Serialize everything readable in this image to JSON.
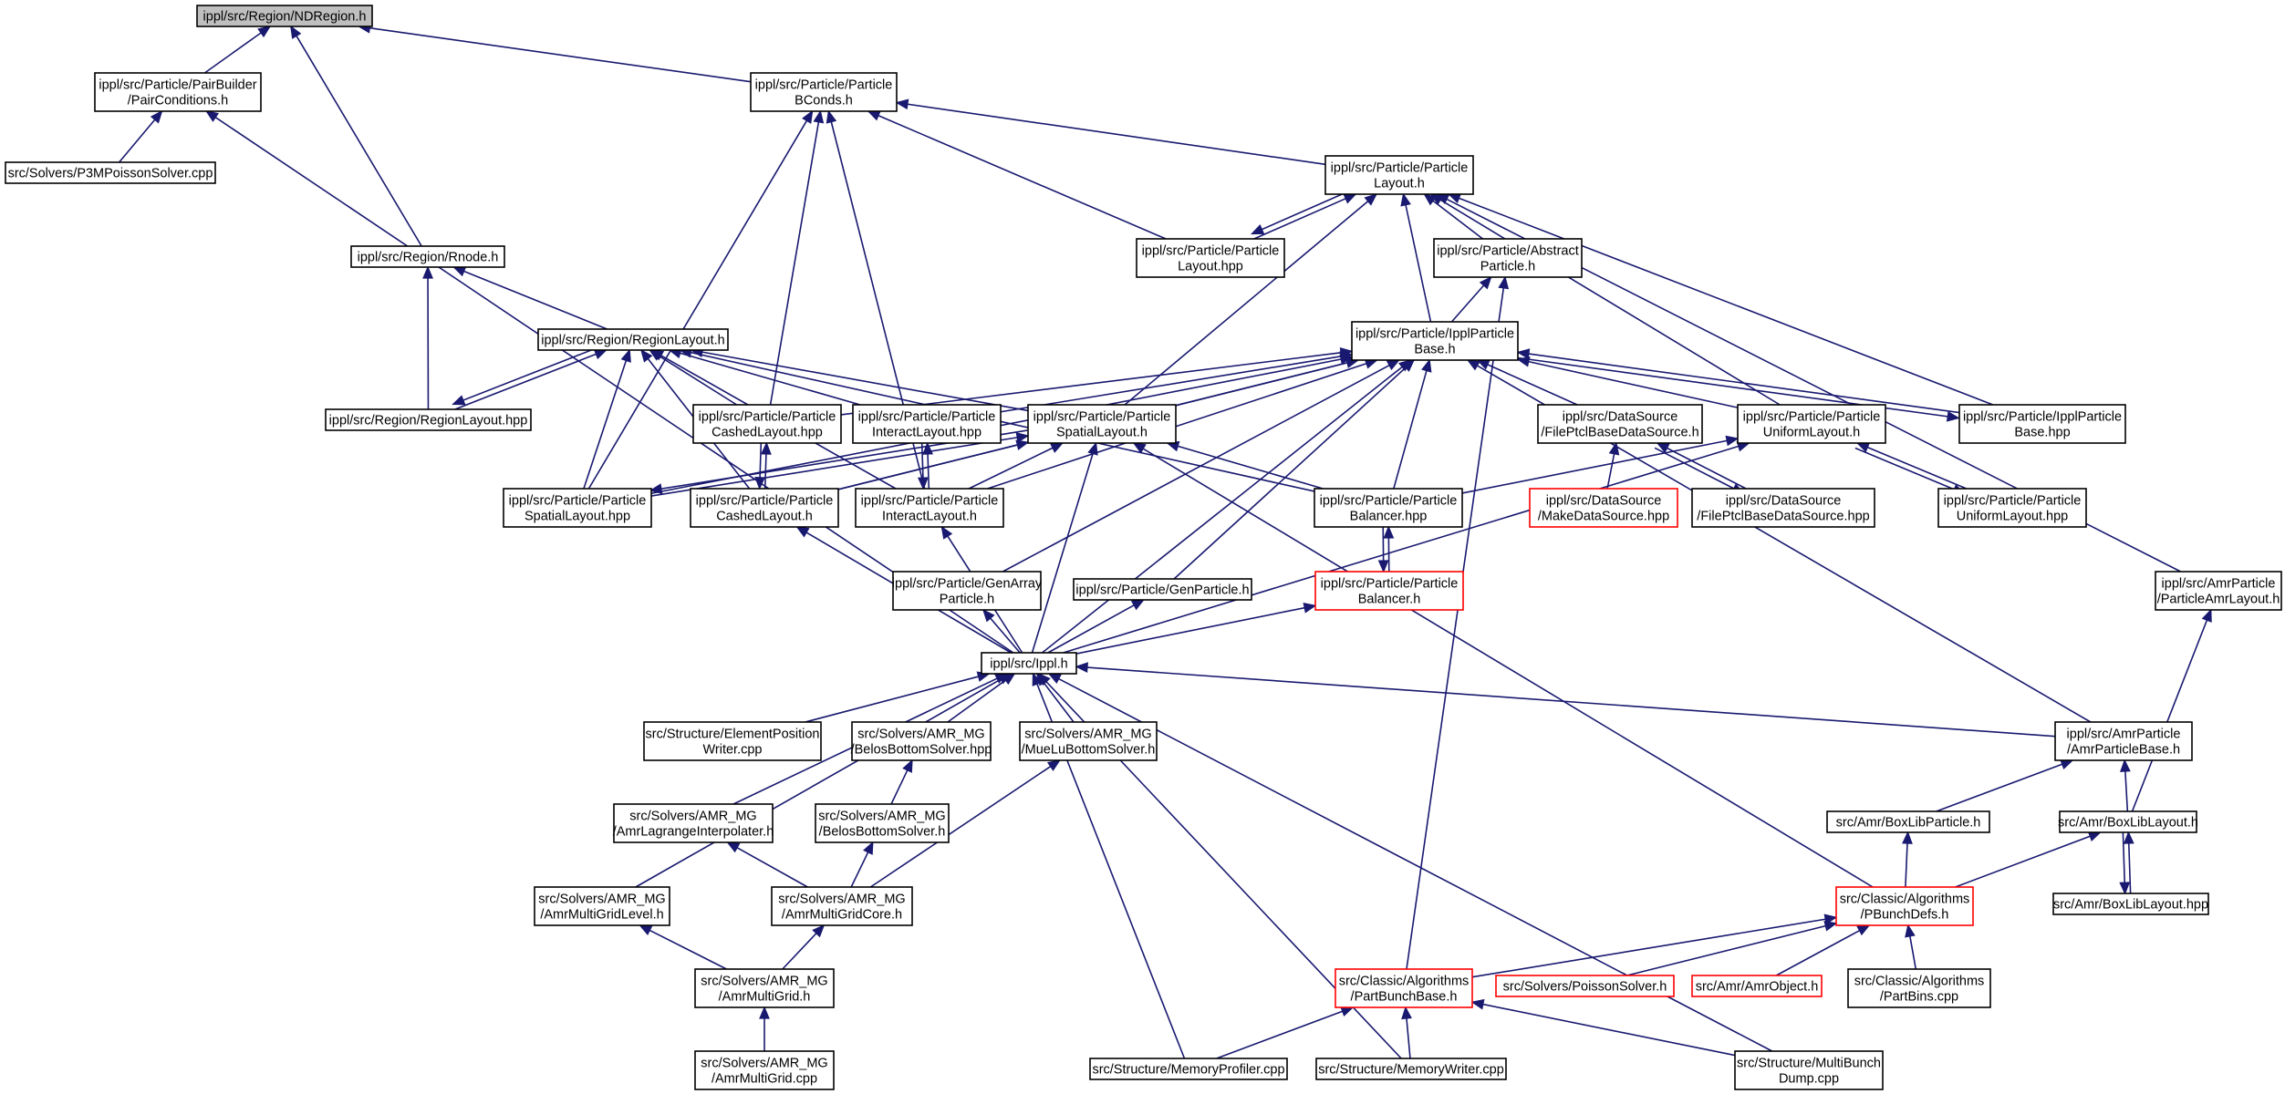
{
  "graph": {
    "nodes": [
      {
        "id": "ndregion",
        "lines": [
          "ippl/src/Region/NDRegion.h"
        ],
        "style": "root"
      },
      {
        "id": "pairconditions",
        "lines": [
          "ippl/src/Particle/PairBuilder",
          "/PairConditions.h"
        ]
      },
      {
        "id": "p3m",
        "lines": [
          "src/Solvers/P3MPoissonSolver.cpp"
        ]
      },
      {
        "id": "bconds",
        "lines": [
          "ippl/src/Particle/Particle",
          "BConds.h"
        ]
      },
      {
        "id": "playout_h",
        "lines": [
          "ippl/src/Particle/Particle",
          "Layout.h"
        ]
      },
      {
        "id": "playout_hpp",
        "lines": [
          "ippl/src/Particle/Particle",
          "Layout.hpp"
        ]
      },
      {
        "id": "abstract",
        "lines": [
          "ippl/src/Particle/Abstract",
          "Particle.h"
        ]
      },
      {
        "id": "rnode",
        "lines": [
          "ippl/src/Region/Rnode.h"
        ]
      },
      {
        "id": "regionlayout_h",
        "lines": [
          "ippl/src/Region/RegionLayout.h"
        ]
      },
      {
        "id": "regionlayout_hpp",
        "lines": [
          "ippl/src/Region/RegionLayout.hpp"
        ]
      },
      {
        "id": "ipplbase_h",
        "lines": [
          "ippl/src/Particle/IpplParticle",
          "Base.h"
        ]
      },
      {
        "id": "cached_hpp",
        "lines": [
          "ippl/src/Particle/Particle",
          "CashedLayout.hpp"
        ]
      },
      {
        "id": "interact_hpp",
        "lines": [
          "ippl/src/Particle/Particle",
          "InteractLayout.hpp"
        ]
      },
      {
        "id": "spatial_h",
        "lines": [
          "ippl/src/Particle/Particle",
          "SpatialLayout.h"
        ]
      },
      {
        "id": "fileptcl_h",
        "lines": [
          "ippl/src/DataSource",
          "/FilePtclBaseDataSource.h"
        ]
      },
      {
        "id": "uniform_h",
        "lines": [
          "ippl/src/Particle/Particle",
          "UniformLayout.h"
        ]
      },
      {
        "id": "ipplbase_hpp",
        "lines": [
          "ippl/src/Particle/IpplParticle",
          "Base.hpp"
        ]
      },
      {
        "id": "spatial_hpp",
        "lines": [
          "ippl/src/Particle/Particle",
          "SpatialLayout.hpp"
        ]
      },
      {
        "id": "cached_h",
        "lines": [
          "ippl/src/Particle/Particle",
          "CashedLayout.h"
        ]
      },
      {
        "id": "interact_h",
        "lines": [
          "ippl/src/Particle/Particle",
          "InteractLayout.h"
        ]
      },
      {
        "id": "balancer_hpp",
        "lines": [
          "ippl/src/Particle/Particle",
          "Balancer.hpp"
        ]
      },
      {
        "id": "makedatasource",
        "lines": [
          "ippl/src/DataSource",
          "/MakeDataSource.hpp"
        ],
        "style": "red"
      },
      {
        "id": "fileptcl_hpp",
        "lines": [
          "ippl/src/DataSource",
          "/FilePtclBaseDataSource.hpp"
        ]
      },
      {
        "id": "uniform_hpp",
        "lines": [
          "ippl/src/Particle/Particle",
          "UniformLayout.hpp"
        ]
      },
      {
        "id": "genarray",
        "lines": [
          "ippl/src/Particle/GenArray",
          "Particle.h"
        ]
      },
      {
        "id": "genparticle",
        "lines": [
          "ippl/src/Particle/GenParticle.h"
        ]
      },
      {
        "id": "balancer_h",
        "lines": [
          "ippl/src/Particle/Particle",
          "Balancer.h"
        ],
        "style": "red"
      },
      {
        "id": "amrlayout",
        "lines": [
          "ippl/src/AmrParticle",
          "/ParticleAmrLayout.h"
        ]
      },
      {
        "id": "ippl_h",
        "lines": [
          "ippl/src/Ippl.h"
        ]
      },
      {
        "id": "elempos",
        "lines": [
          "src/Structure/ElementPosition",
          "Writer.cpp"
        ]
      },
      {
        "id": "belos_hpp",
        "lines": [
          "src/Solvers/AMR_MG",
          "/BelosBottomSolver.hpp"
        ]
      },
      {
        "id": "muelu",
        "lines": [
          "src/Solvers/AMR_MG",
          "/MueLuBottomSolver.h"
        ]
      },
      {
        "id": "amrpbase",
        "lines": [
          "ippl/src/AmrParticle",
          "/AmrParticleBase.h"
        ]
      },
      {
        "id": "lagrange",
        "lines": [
          "src/Solvers/AMR_MG",
          "/AmrLagrangeInterpolater.h"
        ]
      },
      {
        "id": "belos_h",
        "lines": [
          "src/Solvers/AMR_MG",
          "/BelosBottomSolver.h"
        ]
      },
      {
        "id": "boxlibparticle",
        "lines": [
          "src/Amr/BoxLibParticle.h"
        ]
      },
      {
        "id": "boxliblayout_h",
        "lines": [
          "src/Amr/BoxLibLayout.h"
        ]
      },
      {
        "id": "mglevel",
        "lines": [
          "src/Solvers/AMR_MG",
          "/AmrMultiGridLevel.h"
        ]
      },
      {
        "id": "mgcore",
        "lines": [
          "src/Solvers/AMR_MG",
          "/AmrMultiGridCore.h"
        ]
      },
      {
        "id": "pbunchdefs",
        "lines": [
          "src/Classic/Algorithms",
          "/PBunchDefs.h"
        ],
        "style": "red"
      },
      {
        "id": "boxliblayout_hpp",
        "lines": [
          "src/Amr/BoxLibLayout.hpp"
        ]
      },
      {
        "id": "mg_h",
        "lines": [
          "src/Solvers/AMR_MG",
          "/AmrMultiGrid.h"
        ]
      },
      {
        "id": "partbunchbase",
        "lines": [
          "src/Classic/Algorithms",
          "/PartBunchBase.h"
        ],
        "style": "red"
      },
      {
        "id": "poisson",
        "lines": [
          "src/Solvers/PoissonSolver.h"
        ],
        "style": "red"
      },
      {
        "id": "amrobject",
        "lines": [
          "src/Amr/AmrObject.h"
        ],
        "style": "red"
      },
      {
        "id": "partbins",
        "lines": [
          "src/Classic/Algorithms",
          "/PartBins.cpp"
        ]
      },
      {
        "id": "mg_cpp",
        "lines": [
          "src/Solvers/AMR_MG",
          "/AmrMultiGrid.cpp"
        ]
      },
      {
        "id": "memprofiler",
        "lines": [
          "src/Structure/MemoryProfiler.cpp"
        ]
      },
      {
        "id": "memwriter",
        "lines": [
          "src/Structure/MemoryWriter.cpp"
        ]
      },
      {
        "id": "multibunch",
        "lines": [
          "src/Structure/MultiBunch",
          "Dump.cpp"
        ]
      }
    ],
    "edges": [
      [
        "pairconditions",
        "ndregion"
      ],
      [
        "bconds",
        "ndregion"
      ],
      [
        "rnode",
        "ndregion"
      ],
      [
        "p3m",
        "pairconditions"
      ],
      [
        "ippl_h",
        "pairconditions"
      ],
      [
        "playout_h",
        "bconds"
      ],
      [
        "spatial_hpp",
        "bconds"
      ],
      [
        "cached_hpp",
        "bconds"
      ],
      [
        "interact_h",
        "bconds"
      ],
      [
        "playout_hpp",
        "bconds"
      ],
      [
        "playout_hpp",
        "playout_h"
      ],
      [
        "playout_h",
        "playout_hpp"
      ],
      [
        "abstract",
        "playout_h"
      ],
      [
        "ipplbase_h",
        "playout_h"
      ],
      [
        "spatial_h",
        "playout_h"
      ],
      [
        "uniform_h",
        "playout_h"
      ],
      [
        "ipplbase_hpp",
        "playout_h"
      ],
      [
        "amrlayout",
        "playout_h"
      ],
      [
        "ipplbase_h",
        "abstract"
      ],
      [
        "partbunchbase",
        "abstract"
      ],
      [
        "regionlayout_h",
        "rnode"
      ],
      [
        "regionlayout_hpp",
        "rnode"
      ],
      [
        "regionlayout_hpp",
        "regionlayout_h"
      ],
      [
        "regionlayout_h",
        "regionlayout_hpp"
      ],
      [
        "cached_hpp",
        "regionlayout_h"
      ],
      [
        "interact_hpp",
        "regionlayout_h"
      ],
      [
        "spatial_h",
        "regionlayout_h"
      ],
      [
        "spatial_hpp",
        "regionlayout_h"
      ],
      [
        "cached_h",
        "regionlayout_h"
      ],
      [
        "interact_h",
        "regionlayout_h"
      ],
      [
        "balancer_hpp",
        "regionlayout_h"
      ],
      [
        "cached_hpp",
        "ipplbase_h"
      ],
      [
        "interact_hpp",
        "ipplbase_h"
      ],
      [
        "spatial_h",
        "ipplbase_h"
      ],
      [
        "fileptcl_h",
        "ipplbase_h"
      ],
      [
        "uniform_h",
        "ipplbase_h"
      ],
      [
        "ipplbase_hpp",
        "ipplbase_h"
      ],
      [
        "ipplbase_h",
        "ipplbase_hpp"
      ],
      [
        "spatial_hpp",
        "ipplbase_h"
      ],
      [
        "cached_h",
        "ipplbase_h"
      ],
      [
        "interact_h",
        "ipplbase_h"
      ],
      [
        "balancer_hpp",
        "ipplbase_h"
      ],
      [
        "genarray",
        "ipplbase_h"
      ],
      [
        "genparticle",
        "ipplbase_h"
      ],
      [
        "ippl_h",
        "ipplbase_h"
      ],
      [
        "amrpbase",
        "ipplbase_h"
      ],
      [
        "cached_h",
        "cached_hpp"
      ],
      [
        "cached_hpp",
        "cached_h"
      ],
      [
        "interact_h",
        "interact_hpp"
      ],
      [
        "interact_hpp",
        "interact_h"
      ],
      [
        "spatial_hpp",
        "spatial_h"
      ],
      [
        "spatial_h",
        "spatial_hpp"
      ],
      [
        "cached_h",
        "spatial_h"
      ],
      [
        "interact_h",
        "spatial_h"
      ],
      [
        "balancer_hpp",
        "spatial_h"
      ],
      [
        "ippl_h",
        "spatial_h"
      ],
      [
        "pbunchdefs",
        "spatial_h"
      ],
      [
        "makedatasource",
        "fileptcl_h"
      ],
      [
        "fileptcl_hpp",
        "fileptcl_h"
      ],
      [
        "fileptcl_h",
        "fileptcl_hpp"
      ],
      [
        "balancer_hpp",
        "uniform_h"
      ],
      [
        "uniform_hpp",
        "uniform_h"
      ],
      [
        "uniform_h",
        "uniform_hpp"
      ],
      [
        "ippl_h",
        "uniform_h"
      ],
      [
        "balancer_h",
        "balancer_hpp"
      ],
      [
        "balancer_hpp",
        "balancer_h"
      ],
      [
        "ippl_h",
        "cached_h"
      ],
      [
        "ippl_h",
        "interact_h"
      ],
      [
        "ippl_h",
        "genarray"
      ],
      [
        "ippl_h",
        "genparticle"
      ],
      [
        "ippl_h",
        "balancer_h"
      ],
      [
        "boxliblayout_h",
        "amrlayout"
      ],
      [
        "elempos",
        "ippl_h"
      ],
      [
        "belos_hpp",
        "ippl_h"
      ],
      [
        "muelu",
        "ippl_h"
      ],
      [
        "amrpbase",
        "ippl_h"
      ],
      [
        "lagrange",
        "ippl_h"
      ],
      [
        "mglevel",
        "ippl_h"
      ],
      [
        "memprofiler",
        "ippl_h"
      ],
      [
        "memwriter",
        "ippl_h"
      ],
      [
        "multibunch",
        "ippl_h"
      ],
      [
        "belos_h",
        "belos_hpp"
      ],
      [
        "mgcore",
        "belos_h"
      ],
      [
        "mgcore",
        "muelu"
      ],
      [
        "mgcore",
        "lagrange"
      ],
      [
        "boxlibparticle",
        "amrpbase"
      ],
      [
        "boxliblayout_h",
        "amrpbase"
      ],
      [
        "pbunchdefs",
        "boxlibparticle"
      ],
      [
        "pbunchdefs",
        "boxliblayout_h"
      ],
      [
        "boxliblayout_hpp",
        "boxliblayout_h"
      ],
      [
        "boxliblayout_h",
        "boxliblayout_hpp"
      ],
      [
        "mg_h",
        "mglevel"
      ],
      [
        "mg_h",
        "mgcore"
      ],
      [
        "mg_cpp",
        "mg_h"
      ],
      [
        "partbunchbase",
        "pbunchdefs"
      ],
      [
        "poisson",
        "pbunchdefs"
      ],
      [
        "amrobject",
        "pbunchdefs"
      ],
      [
        "partbins",
        "pbunchdefs"
      ],
      [
        "memprofiler",
        "partbunchbase"
      ],
      [
        "memwriter",
        "partbunchbase"
      ],
      [
        "multibunch",
        "partbunchbase"
      ]
    ]
  }
}
